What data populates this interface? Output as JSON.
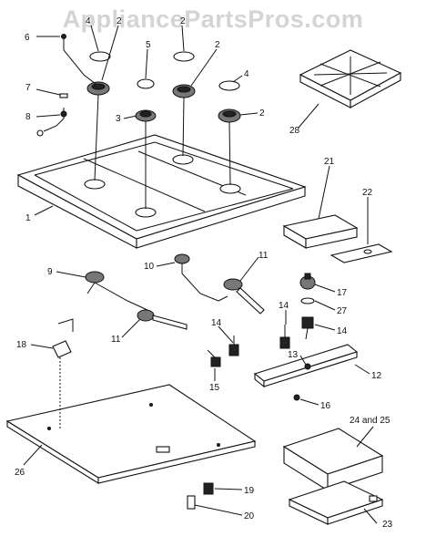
{
  "watermark": "AppliancePartsPros.com",
  "callouts": {
    "c1": "1",
    "c2a": "2",
    "c2b": "2",
    "c2c": "2",
    "c2d": "2",
    "c3": "3",
    "c4a": "4",
    "c4b": "4",
    "c5": "5",
    "c6": "6",
    "c7": "7",
    "c8": "8",
    "c9": "9",
    "c10": "10",
    "c11a": "11",
    "c11b": "11",
    "c12": "12",
    "c13": "13",
    "c14a": "14",
    "c14b": "14",
    "c14c": "14",
    "c15": "15",
    "c16": "16",
    "c17": "17",
    "c18": "18",
    "c19": "19",
    "c20": "20",
    "c21": "21",
    "c22": "22",
    "c23": "23",
    "c24": "24 and 25",
    "c26": "26",
    "c27": "27",
    "c28": "28"
  }
}
